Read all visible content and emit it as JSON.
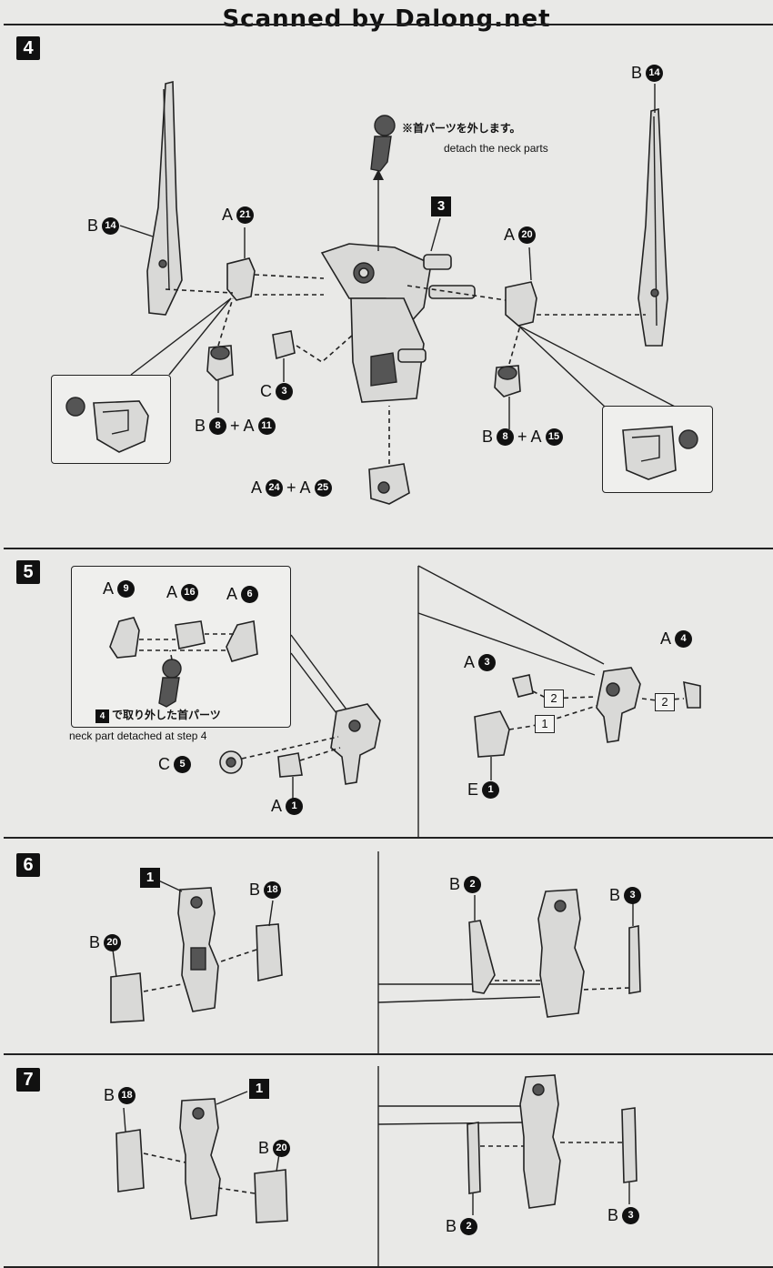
{
  "header": {
    "scanned_by": "Scanned by Dalong.net"
  },
  "step4": {
    "badge": "4",
    "jp_note": "※首パーツを外します。",
    "en_note": "detach the neck parts",
    "assembly_badge": "3",
    "labels": {
      "b14_left": {
        "letter": "B",
        "num": "14"
      },
      "b14_right": {
        "letter": "B",
        "num": "14"
      },
      "a21": {
        "letter": "A",
        "num": "21"
      },
      "a20": {
        "letter": "A",
        "num": "20"
      },
      "c3": {
        "letter": "C",
        "num": "3"
      },
      "b8_a11": {
        "l1": "B",
        "n1": "8",
        "plus": "+",
        "l2": "A",
        "n2": "11"
      },
      "b8_a15": {
        "l1": "B",
        "n1": "8",
        "plus": "+",
        "l2": "A",
        "n2": "15"
      },
      "a24_a25": {
        "l1": "A",
        "n1": "24",
        "plus": "+",
        "l2": "A",
        "n2": "25"
      }
    }
  },
  "step5": {
    "badge": "5",
    "jp_note_badge": "4",
    "jp_note": "で取り外した首パーツ",
    "en_note": "neck part detached at step 4",
    "labels": {
      "a9": {
        "letter": "A",
        "num": "9"
      },
      "a16": {
        "letter": "A",
        "num": "16"
      },
      "a6": {
        "letter": "A",
        "num": "6"
      },
      "c5": {
        "letter": "C",
        "num": "5"
      },
      "a1": {
        "letter": "A",
        "num": "1"
      },
      "a3": {
        "letter": "A",
        "num": "3"
      },
      "a4": {
        "letter": "A",
        "num": "4"
      },
      "e1": {
        "letter": "E",
        "num": "1"
      }
    },
    "order_left": "2",
    "order_right": "2",
    "order_first": "1"
  },
  "step6": {
    "badge": "6",
    "assembly_badge": "1",
    "labels": {
      "b18": {
        "letter": "B",
        "num": "18"
      },
      "b20": {
        "letter": "B",
        "num": "20"
      },
      "b2": {
        "letter": "B",
        "num": "2"
      },
      "b3": {
        "letter": "B",
        "num": "3"
      }
    }
  },
  "step7": {
    "badge": "7",
    "assembly_badge": "1",
    "labels": {
      "b18": {
        "letter": "B",
        "num": "18"
      },
      "b20": {
        "letter": "B",
        "num": "20"
      },
      "b2": {
        "letter": "B",
        "num": "2"
      },
      "b3": {
        "letter": "B",
        "num": "3"
      }
    }
  }
}
